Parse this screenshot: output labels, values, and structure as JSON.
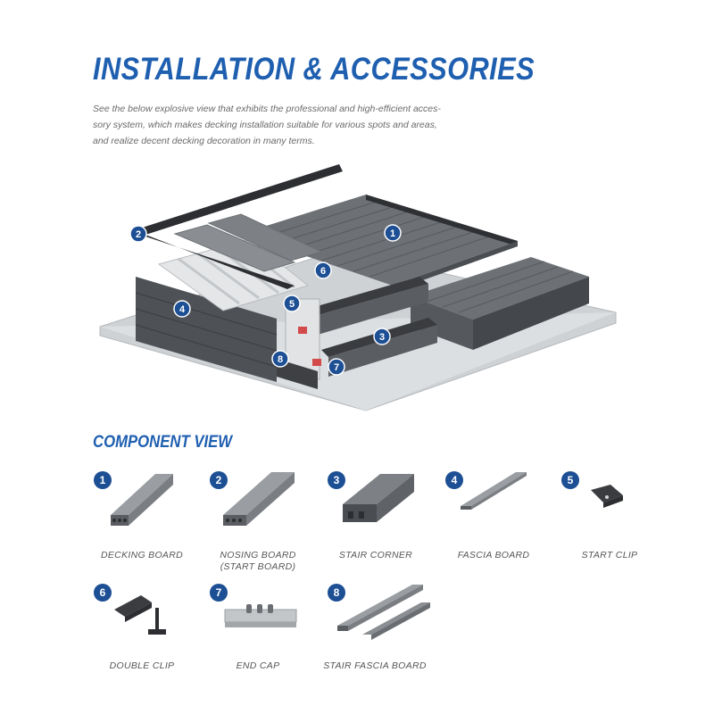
{
  "header": {
    "title": "INSTALLATION & ACCESSORIES",
    "intro_lines": [
      "See the below explosive view that exhibits the professional and high-efficient acces-",
      "sory system, which makes decking installation suitable for various spots and areas,",
      "and realize decent decking decoration in many terms."
    ]
  },
  "exploded_view": {
    "callouts": [
      "1",
      "2",
      "3",
      "4",
      "5",
      "6",
      "7",
      "8"
    ]
  },
  "component_view": {
    "title": "COMPONENT VIEW",
    "components": [
      {
        "number": "1",
        "label_lines": [
          "DECKING BOARD"
        ]
      },
      {
        "number": "2",
        "label_lines": [
          "NOSING BOARD",
          "(START BOARD)"
        ]
      },
      {
        "number": "3",
        "label_lines": [
          "STAIR CORNER"
        ]
      },
      {
        "number": "4",
        "label_lines": [
          "FASCIA BOARD"
        ]
      },
      {
        "number": "5",
        "label_lines": [
          "START CLIP"
        ]
      },
      {
        "number": "6",
        "label_lines": [
          "DOUBLE CLIP"
        ]
      },
      {
        "number": "7",
        "label_lines": [
          "END CAP"
        ]
      },
      {
        "number": "8",
        "label_lines": [
          "STAIR FASCIA BOARD"
        ]
      }
    ]
  },
  "colors": {
    "accent": "#1f5fb0",
    "badge": "#1d4f94",
    "board_grey": "#8e9296",
    "board_dark": "#3d3f42",
    "text_grey": "#6a6a6a"
  }
}
